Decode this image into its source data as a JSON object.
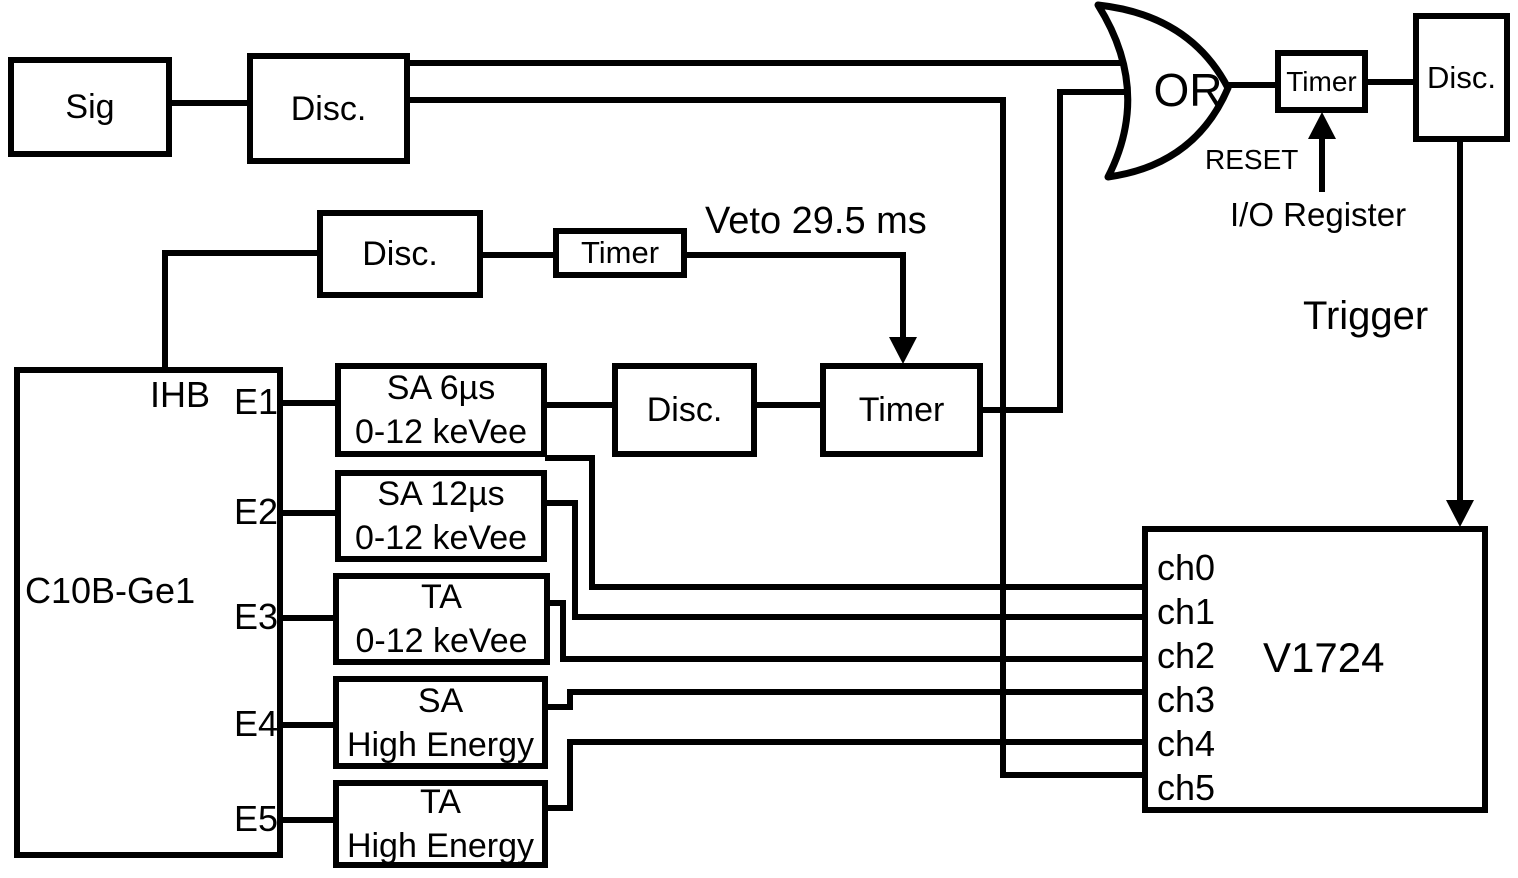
{
  "source": {
    "sig": "Sig",
    "disc": "Disc."
  },
  "or_gate": {
    "label": "OR"
  },
  "gate_chain": {
    "timer": "Timer",
    "disc": "Disc.",
    "reset": "RESET",
    "io_register": "I/O Register",
    "trigger": "Trigger"
  },
  "veto_chain": {
    "disc": "Disc.",
    "timer": "Timer",
    "label": "Veto 29.5 ms"
  },
  "detector": {
    "name": "C10B-Ge1",
    "bus": "IHB",
    "ports": [
      "E1",
      "E2",
      "E3",
      "E4",
      "E5"
    ]
  },
  "amplifiers": [
    {
      "line1": "SA 6µs",
      "line2": "0-12 keVee"
    },
    {
      "line1": "SA 12µs",
      "line2": "0-12 keVee"
    },
    {
      "line1": "TA",
      "line2": "0-12 keVee"
    },
    {
      "line1": "SA",
      "line2": "High Energy"
    },
    {
      "line1": "TA",
      "line2": "High Energy"
    }
  ],
  "e1_chain": {
    "disc": "Disc.",
    "timer": "Timer"
  },
  "digitizer": {
    "name": "V1724",
    "channels": [
      "ch0",
      "ch1",
      "ch2",
      "ch3",
      "ch4",
      "ch5"
    ]
  }
}
